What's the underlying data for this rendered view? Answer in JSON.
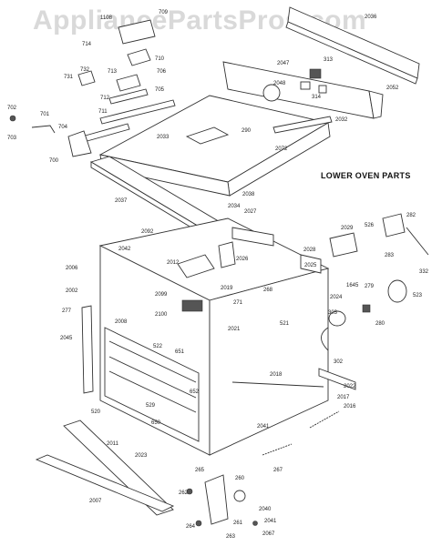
{
  "watermark": "AppliancePartsPros.com",
  "heading": "LOWER OVEN PARTS",
  "labels": {
    "l2036": "2036",
    "l2047": "2047",
    "l313": "313",
    "l2048": "2048",
    "l314": "314",
    "l2052": "2052",
    "l2032": "2032",
    "l290": "290",
    "l2072": "2072",
    "l2033": "2033",
    "l1108": "1108",
    "l709": "709",
    "l714": "714",
    "l713": "713",
    "l710": "710",
    "l706": "706",
    "l732": "732",
    "l731": "731",
    "l705": "705",
    "l712": "712",
    "l711": "711",
    "l702": "702",
    "l701": "701",
    "l703": "703",
    "l704": "704",
    "l700": "700",
    "l2037": "2037",
    "l2038": "2038",
    "l2034": "2034",
    "l2027": "2027",
    "l2029": "2029",
    "l526": "526",
    "l282": "282",
    "l283": "283",
    "l332": "332",
    "l2092": "2092",
    "l2042": "2042",
    "l2028": "2028",
    "l2006": "2006",
    "l2012": "2012",
    "l2026": "2026",
    "l2025": "2025",
    "l1645": "1645",
    "l2002": "2002",
    "l2019": "2019",
    "l268": "268",
    "l2024": "2024",
    "l279": "279",
    "l523": "523",
    "l2099": "2099",
    "l271": "271",
    "l277": "277",
    "l2100": "2100",
    "l2008": "2008",
    "l521": "521",
    "l303": "303",
    "l280": "280",
    "l2045": "2045",
    "l522": "522",
    "l651": "651",
    "l2021": "2021",
    "l302": "302",
    "l652": "652",
    "l2018": "2018",
    "l2022": "2022",
    "l2017": "2017",
    "l529": "529",
    "l520": "520",
    "l2016": "2016",
    "l650": "650",
    "l2041": "2041",
    "l2011": "2011",
    "l2023": "2023",
    "l267": "267",
    "l265": "265",
    "l260": "260",
    "l262": "262",
    "l2007": "2007",
    "l2040": "2040",
    "l261": "261",
    "l2041b": "2041",
    "l264": "264",
    "l263": "263",
    "l2067": "2067"
  }
}
